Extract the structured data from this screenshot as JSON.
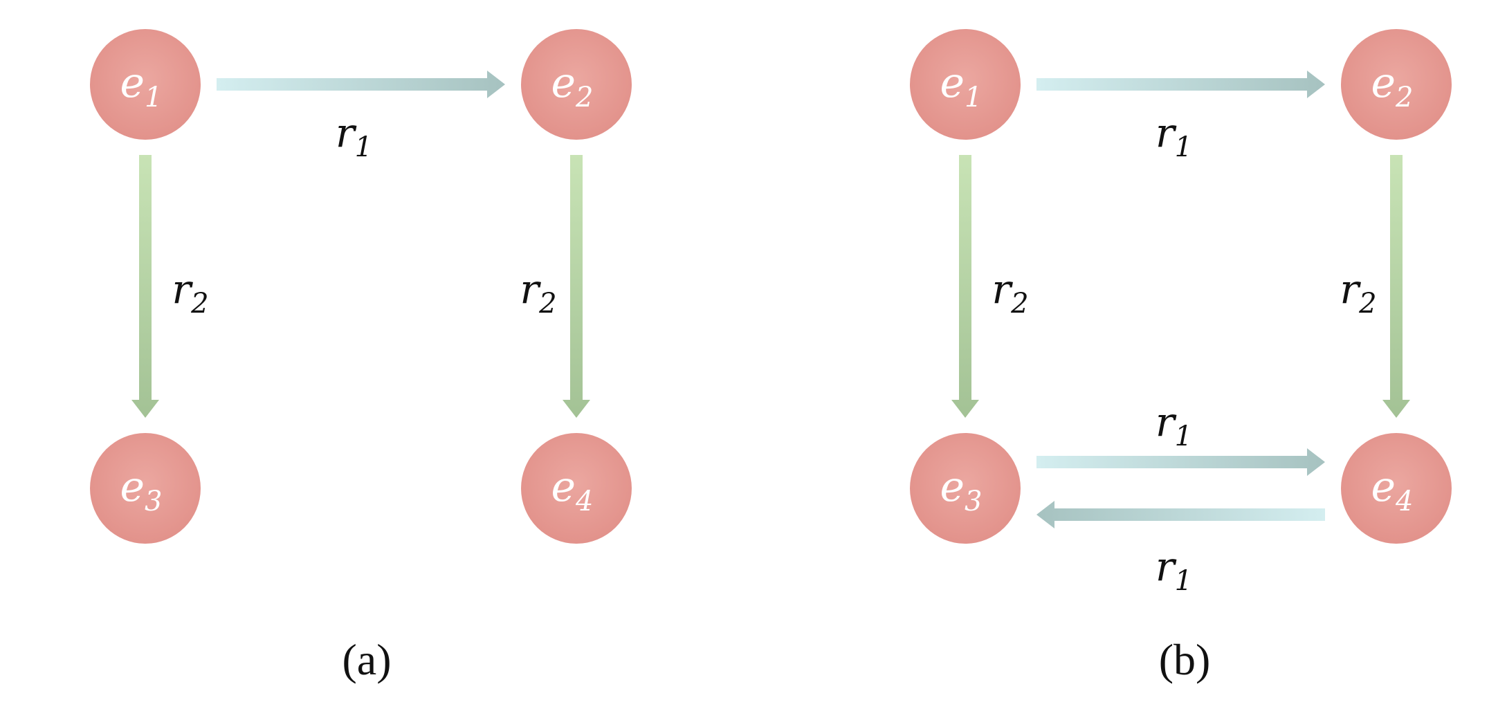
{
  "panels": [
    {
      "caption": "(a)",
      "nodes": [
        {
          "id": "e1",
          "base": "e",
          "sub": "1"
        },
        {
          "id": "e2",
          "base": "e",
          "sub": "2"
        },
        {
          "id": "e3",
          "base": "e",
          "sub": "3"
        },
        {
          "id": "e4",
          "base": "e",
          "sub": "4"
        }
      ],
      "edges": [
        {
          "from": "e1",
          "to": "e2",
          "base": "r",
          "sub": "1"
        },
        {
          "from": "e1",
          "to": "e3",
          "base": "r",
          "sub": "2"
        },
        {
          "from": "e2",
          "to": "e4",
          "base": "r",
          "sub": "2"
        }
      ]
    },
    {
      "caption": "(b)",
      "nodes": [
        {
          "id": "e1",
          "base": "e",
          "sub": "1"
        },
        {
          "id": "e2",
          "base": "e",
          "sub": "2"
        },
        {
          "id": "e3",
          "base": "e",
          "sub": "3"
        },
        {
          "id": "e4",
          "base": "e",
          "sub": "4"
        }
      ],
      "edges": [
        {
          "from": "e1",
          "to": "e2",
          "base": "r",
          "sub": "1"
        },
        {
          "from": "e1",
          "to": "e3",
          "base": "r",
          "sub": "2"
        },
        {
          "from": "e2",
          "to": "e4",
          "base": "r",
          "sub": "2"
        },
        {
          "from": "e3",
          "to": "e4",
          "base": "r",
          "sub": "1"
        },
        {
          "from": "e4",
          "to": "e3",
          "base": "r",
          "sub": "1"
        }
      ]
    }
  ],
  "colors": {
    "node_center": "#eba7a0",
    "node_edge": "#e2928b",
    "horizontal_arrow_light": "#d4eef0",
    "horizontal_arrow_dark": "#a6c2c0",
    "vertical_arrow_light": "#c8e3b5",
    "vertical_arrow_dark": "#a3c295"
  }
}
